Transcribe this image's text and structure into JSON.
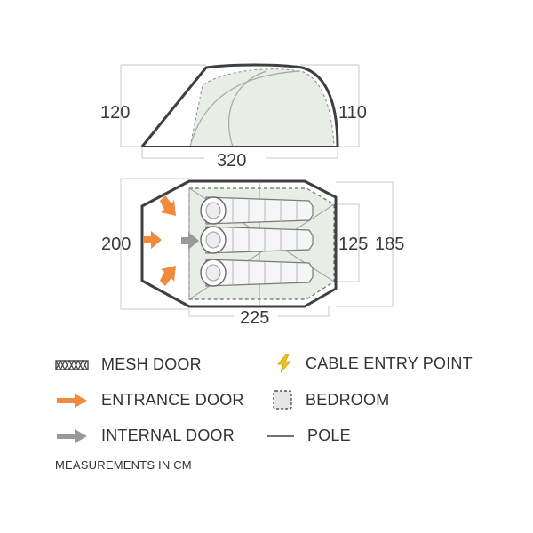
{
  "colors": {
    "tent_outline": "#3f3f3f",
    "bedroom_fill": "#e8eee6",
    "dimension_line": "#c8c8c8",
    "entrance_arrow": "#f08a3c",
    "internal_arrow": "#999999",
    "cable_bolt": "#f2c21a"
  },
  "dimensions": {
    "height_front": "120",
    "height_rear": "110",
    "length": "320",
    "width_front": "200",
    "width_bedroom": "125",
    "width_rear": "185",
    "length_bedroom": "225"
  },
  "legend": {
    "mesh_door": "MESH DOOR",
    "entrance_door": "ENTRANCE DOOR",
    "internal_door": "INTERNAL DOOR",
    "cable_entry": "CABLE ENTRY POINT",
    "bedroom": "BEDROOM",
    "pole": "POLE"
  },
  "icons": {
    "mesh_door": "mesh-door-icon",
    "entrance_door": "entrance-arrow-icon",
    "internal_door": "internal-arrow-icon",
    "cable_entry": "lightning-bolt-icon",
    "bedroom": "dashed-square-icon",
    "pole": "pole-line-icon"
  },
  "note": "MEASUREMENTS IN CM"
}
